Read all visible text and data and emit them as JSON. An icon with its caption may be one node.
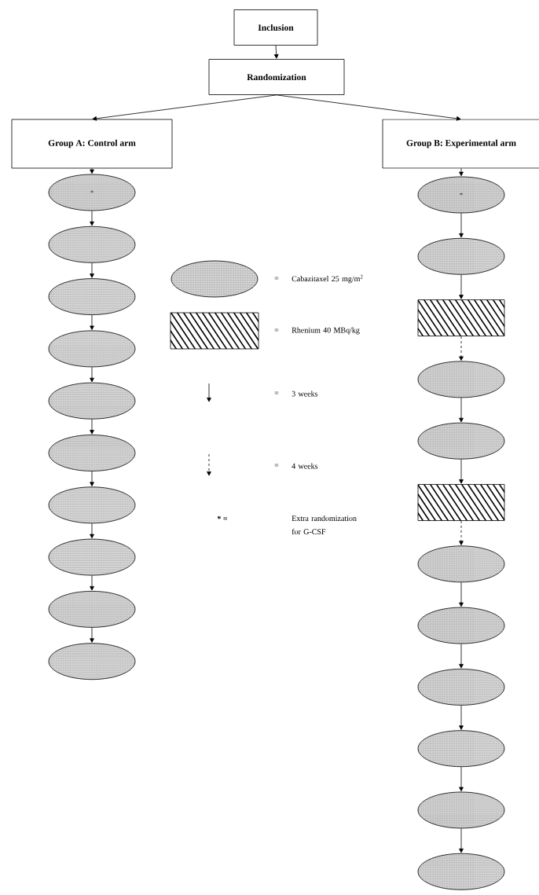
{
  "diagram": {
    "nodes": [
      {
        "text": [
          "Inclusion"
        ]
      },
      {
        "text": [
          "Randomization"
        ]
      },
      {
        "text": [
          "Group A: Control arm"
        ]
      },
      {
        "text": [
          "Group B: Experimental arm"
        ]
      },
      {
        "text": [
          "*"
        ]
      },
      {
        "text": [],
        "shape": "ellipse"
      },
      {
        "text": [],
        "shape": "ellipse"
      },
      {
        "text": [],
        "shape": "ellipse"
      },
      {
        "text": [],
        "shape": "ellipse"
      },
      {
        "text": [],
        "shape": "ellipse"
      },
      {
        "text": [],
        "shape": "ellipse"
      },
      {
        "text": [],
        "shape": "ellipse"
      },
      {
        "text": [],
        "shape": "ellipse"
      },
      {
        "text": [],
        "shape": "ellipse"
      },
      {
        "text": [
          "*"
        ]
      },
      {
        "text": [],
        "shape": "ellipse"
      },
      {
        "text": [],
        "shape": "octagon"
      },
      {
        "text": [],
        "shape": "ellipse"
      },
      {
        "text": [],
        "shape": "ellipse"
      },
      {
        "text": [],
        "shape": "octagon"
      },
      {
        "text": [],
        "shape": "ellipse"
      },
      {
        "text": [],
        "shape": "ellipse"
      },
      {
        "text": [],
        "shape": "ellipse"
      },
      {
        "text": [],
        "shape": "ellipse"
      },
      {
        "text": [],
        "shape": "ellipse"
      },
      {
        "text": [],
        "shape": "ellipse"
      }
    ],
    "edges": [
      {
        "from": 0,
        "to": 1,
        "arrow": "to"
      },
      {
        "from": 1,
        "to": 2,
        "arrow": "to"
      },
      {
        "from": 1,
        "to": 3,
        "arrow": "to"
      },
      {
        "from": 2,
        "to": 4,
        "arrow": "to"
      },
      {
        "from": 4,
        "to": 5,
        "arrow": "to"
      },
      {
        "from": 5,
        "to": 6,
        "arrow": "to"
      },
      {
        "from": 6,
        "to": 7,
        "arrow": "to"
      },
      {
        "from": 7,
        "to": 8,
        "arrow": "to"
      },
      {
        "from": 8,
        "to": 9,
        "arrow": "to"
      },
      {
        "from": 9,
        "to": 10,
        "arrow": "to"
      },
      {
        "from": 10,
        "to": 11,
        "arrow": "to"
      },
      {
        "from": 11,
        "to": 12,
        "arrow": "to"
      },
      {
        "from": 12,
        "to": 13,
        "arrow": "to"
      },
      {
        "from": 3,
        "to": 14,
        "arrow": "to"
      },
      {
        "from": 14,
        "to": 15,
        "arrow": "to"
      },
      {
        "from": 15,
        "to": 16,
        "arrow": "to"
      },
      {
        "from": 16,
        "to": 17,
        "arrow": "to",
        "style": "dashed"
      },
      {
        "from": 17,
        "to": 18,
        "arrow": "to"
      },
      {
        "from": 18,
        "to": 19,
        "arrow": "to"
      },
      {
        "from": 19,
        "to": 20,
        "arrow": "to",
        "style": "dashed"
      },
      {
        "from": 20,
        "to": 21,
        "arrow": "to"
      },
      {
        "from": 21,
        "to": 22,
        "arrow": "to"
      },
      {
        "from": 22,
        "to": 23,
        "arrow": "to"
      },
      {
        "from": 23,
        "to": 24,
        "arrow": "to"
      },
      {
        "from": 24,
        "to": 25,
        "arrow": "to"
      }
    ],
    "labels": [
      "=",
      "=",
      "=",
      "=",
      "* ="
    ],
    "legend": [
      {
        "text": "Cabazitaxel 25 mg/m$^{2}$"
      },
      {
        "text": "Rhenium 40 MBq/kg"
      },
      {
        "text": "3 weeks"
      },
      {
        "text": "4 weeks"
      },
      {
        "text": "Extra randomization for G-CSF"
      }
    ]
  }
}
